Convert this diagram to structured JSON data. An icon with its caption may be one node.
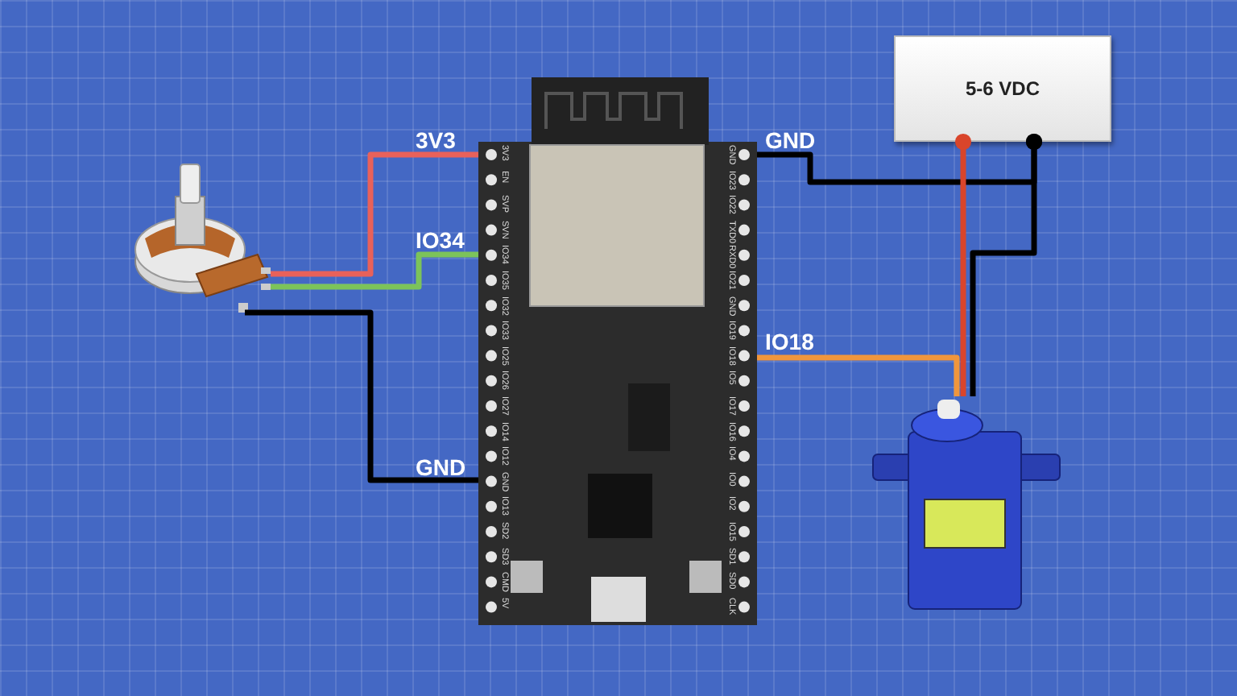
{
  "diagram": {
    "nodes": [
      {
        "text": [],
        "shape": "picture"
      },
      {
        "text": [],
        "shape": "picture"
      },
      {
        "text": [
          "5-6 VDC"
        ]
      },
      {
        "text": [],
        "shape": "picture"
      }
    ],
    "edges": [
      {
        "from": 0,
        "to": 1,
        "arrow": "none",
        "color": "#e8615a"
      },
      {
        "from": 0,
        "to": 1,
        "arrow": "none",
        "color": "#7cc35a"
      },
      {
        "from": 0,
        "to": 1,
        "arrow": "none",
        "color": "#000000"
      },
      {
        "from": 1,
        "to": 2,
        "arrow": "other",
        "color": "#000000"
      },
      {
        "from": 2,
        "to": 3,
        "arrow": "other",
        "color": "#d9452b"
      },
      {
        "from": 2,
        "to": 3,
        "arrow": "other",
        "color": "#000000"
      },
      {
        "from": 1,
        "to": 3,
        "arrow": "none",
        "color": "#f0963c"
      }
    ],
    "labels": [
      "3V3",
      "IO34",
      "GND",
      "GND",
      "IO18",
      "3V3",
      "EN",
      "SVP",
      "SVN",
      "IO34",
      "IO35",
      "IO32",
      "IO33",
      "IO25",
      "IO26",
      "IO27",
      "IO14",
      "IO12",
      "GND",
      "IO13",
      "SD2",
      "SD3",
      "CMD",
      "5V",
      "GND",
      "IO23",
      "IO22",
      "TXD0",
      "RXD0",
      "IO21",
      "GND",
      "IO19",
      "IO18",
      "IO5",
      "IO17",
      "IO16",
      "IO4",
      "IO0",
      "IO2",
      "IO15",
      "SD1",
      "SD0",
      "CLK"
    ]
  }
}
